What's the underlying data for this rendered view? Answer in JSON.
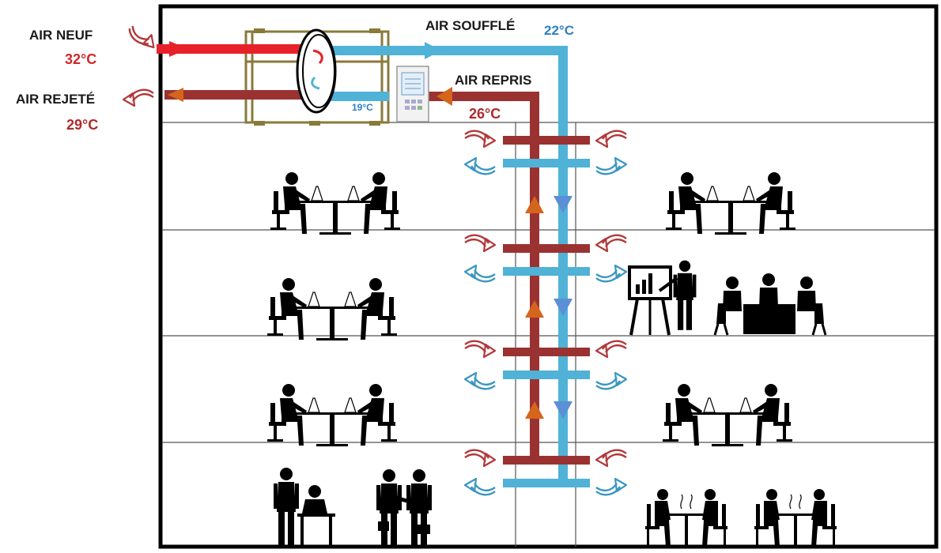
{
  "labels": {
    "air_neuf": "AIR NEUF",
    "air_neuf_temp": "32°C",
    "air_rejete": "AIR REJETÉ",
    "air_rejete_temp": "29°C",
    "air_souffle": "AIR SOUFFLÉ",
    "air_souffle_temp": "22°C",
    "air_repris": "AIR REPRIS",
    "air_repris_temp": "26°C",
    "exchanger_temp": "19°C"
  },
  "colors": {
    "fresh_air": "#e8202a",
    "exhaust_air": "#9b3232",
    "supply_air": "#4fb2d6",
    "arrow_orange": "#d4651c",
    "arrow_blue": "#5b8fd6",
    "temp_red": "#d0282a",
    "temp_blue": "#2f7fc4",
    "exchanger_frame": "#8a7a3a",
    "building": "#000000"
  },
  "icons": {
    "office_desk": "office-desk-icon",
    "presentation": "presentation-icon",
    "meeting": "meeting-icon",
    "reception": "reception-icon",
    "handshake": "handshake-icon",
    "dining": "dining-icon",
    "heat_exchanger": "heat-exchanger-icon",
    "control_panel": "control-panel-icon"
  }
}
